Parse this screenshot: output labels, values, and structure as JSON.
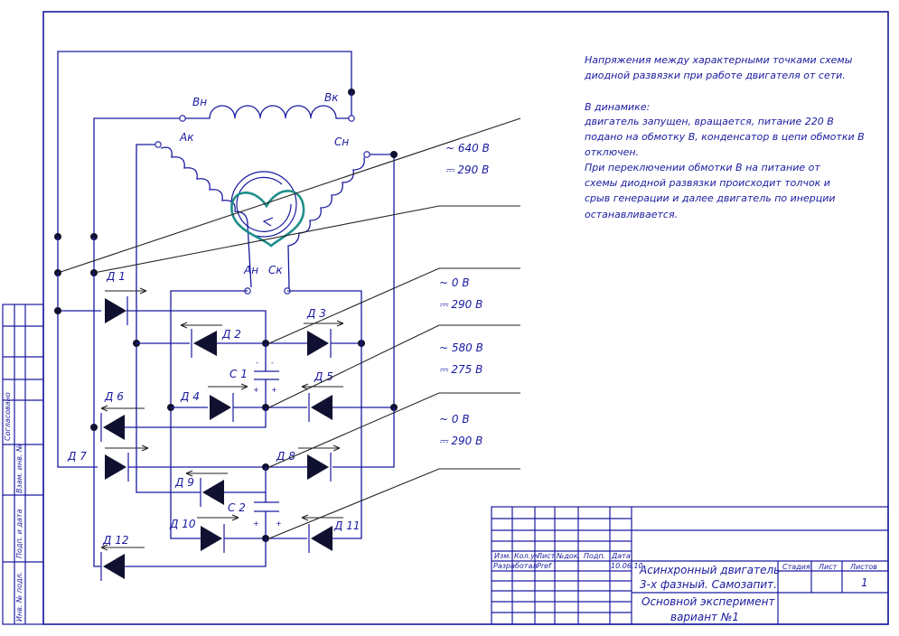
{
  "notes": {
    "line1": "Напряжения между характерными точками схемы",
    "line2": "диодной развязки при работе двигателя от сети.",
    "line3": "В динамике:",
    "line4": "двигатель запущен, вращается, питание 220 В",
    "line5": "подано на обмотку В, конденсатор в цепи обмотки В",
    "line6": "отключен.",
    "line7": "При переключении обмотки В на питание от",
    "line8": "схемы диодной развязки происходит толчок и",
    "line9": "срыв генерации и далее двигатель по инерции",
    "line10": "останавливается."
  },
  "windings": {
    "bn": "Вн",
    "bk": "Вк",
    "ak": "Ак",
    "cn": "Сн",
    "an": "Ан",
    "ck": "Ск"
  },
  "diodes": {
    "d1": "Д 1",
    "d2": "Д 2",
    "d3": "Д 3",
    "d4": "Д 4",
    "d5": "Д 5",
    "d6": "Д 6",
    "d7": "Д 7",
    "d8": "Д 8",
    "d9": "Д 9",
    "d10": "Д 10",
    "d11": "Д 11",
    "d12": "Д 12"
  },
  "capacitors": {
    "c1": "С 1",
    "c2": "С 2",
    "minus": "-",
    "plus": "+"
  },
  "measurements": [
    {
      "ac": "~ 640 В",
      "dc": "⎓ 290 В"
    },
    {
      "ac": "~ 0 В",
      "dc": "⎓ 290 В"
    },
    {
      "ac": "~ 580 В",
      "dc": "⎓ 275 В"
    },
    {
      "ac": "~ 0 В",
      "dc": "⎓ 290 В"
    }
  ],
  "titleblock": {
    "izm": "Изм.",
    "kol": "Кол.уч",
    "list": "Лист",
    "ndok": "№док.",
    "podp": "Подп.",
    "data": "Дата",
    "razrabotal": "Разработал",
    "author": "Pref",
    "date": "10.06.10",
    "title1": "Асинхронный двигатель",
    "title2": "3-х фазный. Самозапит.",
    "subtitle1": "Основной эксперимент",
    "subtitle2": "вариант №1",
    "stadiya": "Стадия",
    "list_h": "Лист",
    "listov": "Листов",
    "listov_val": "1"
  },
  "sidestamp": {
    "s1": "Согласовано",
    "s2": "Взам. инв. №",
    "s3": "Подп. и дата",
    "s4": "Инв. № подл."
  },
  "colors": {
    "ink": "#1a1aa0",
    "heart": "#1e8f8a"
  }
}
